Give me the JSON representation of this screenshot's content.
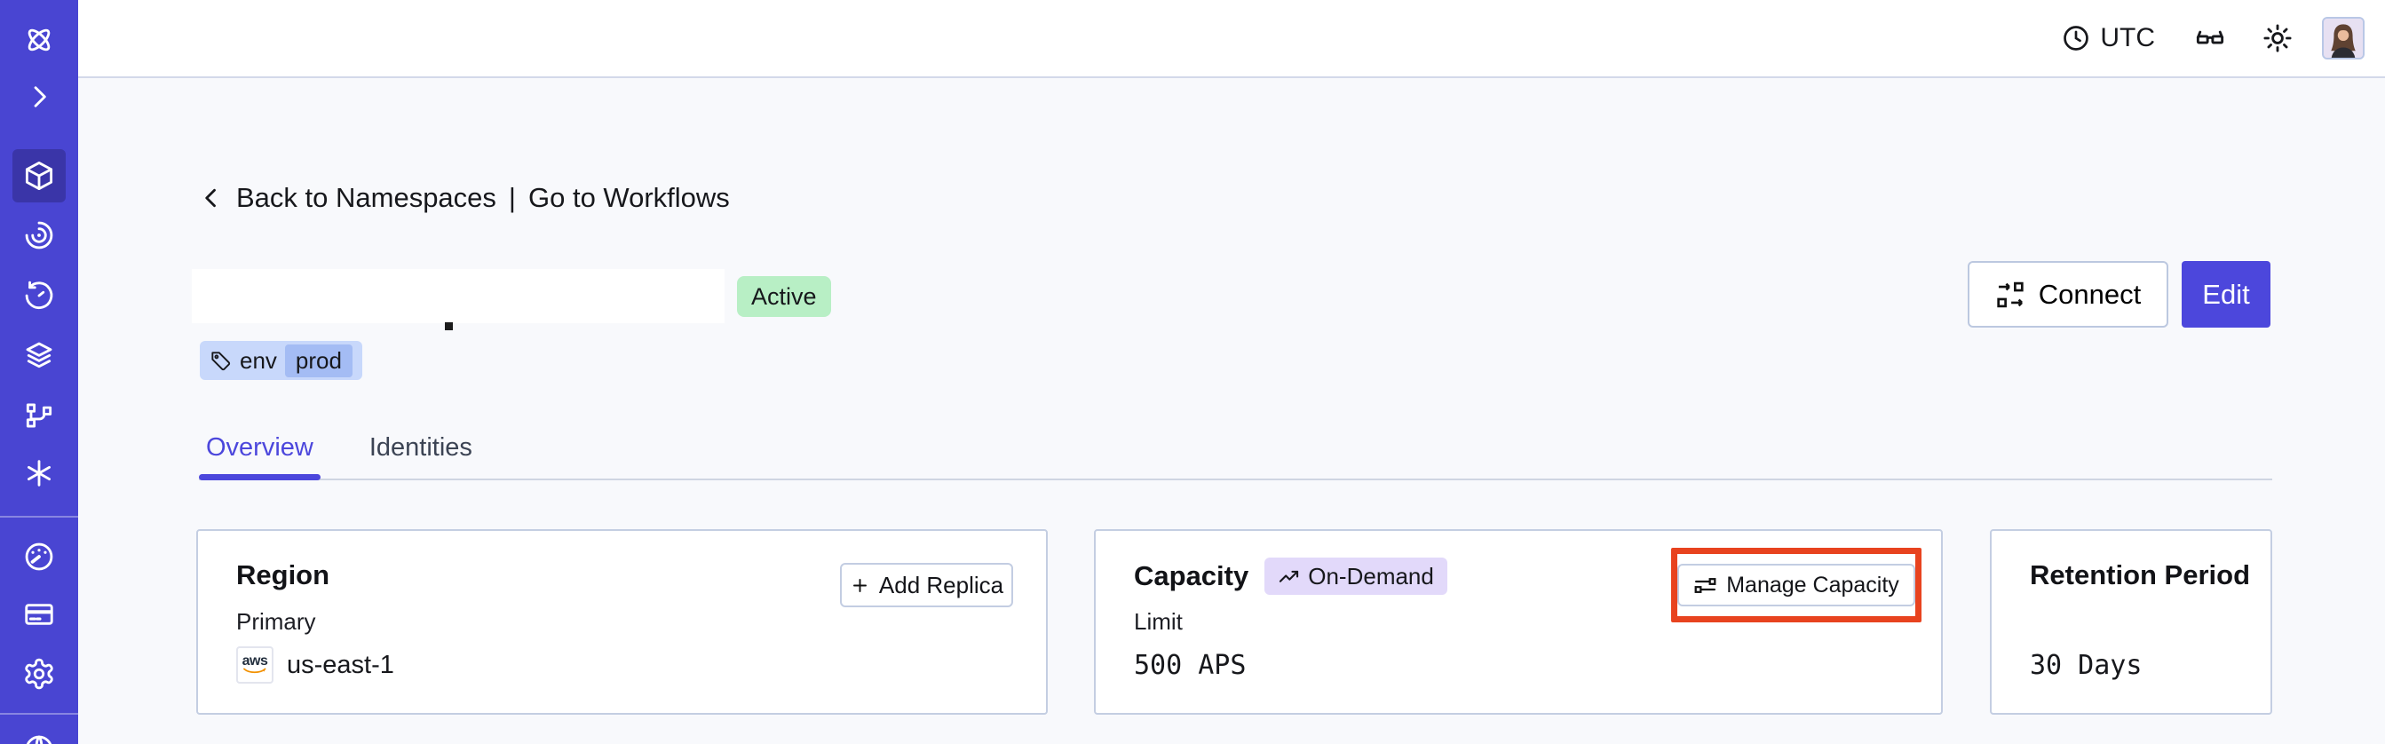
{
  "colors": {
    "sidebar_bg": "#4945d2",
    "sidebar_active_bg": "#3a35a8",
    "accent_indigo": "#4c47dc",
    "content_bg": "#f8f9fc",
    "card_border": "#c4cee2",
    "active_badge_bg": "#b8efc5",
    "tag_bg": "#c8d8fb",
    "tag_inner_bg": "#a4bcf4",
    "ondemand_badge_bg": "#e2d9fa",
    "highlight_red": "#e8431f",
    "aws_orange": "#f29100",
    "text": "#17181c"
  },
  "topbar": {
    "timezone_label": "UTC"
  },
  "sidebar": {
    "active_item": "namespaces",
    "icons": [
      "temporal-logo",
      "expand-chevron",
      "namespaces-cube",
      "workflows-spiral",
      "schedules-clock",
      "deployments-layers",
      "nexus-branch",
      "batch-asterisk",
      "usage-gauge",
      "billing-card",
      "settings-gear",
      "support-globe"
    ]
  },
  "breadcrumb": {
    "back_label": "Back to Namespaces",
    "separator": "|",
    "forward_label": "Go to Workflows"
  },
  "namespace": {
    "status_badge": "Active",
    "tag": {
      "key": "env",
      "value": "prod"
    },
    "actions": {
      "connect_label": "Connect",
      "edit_label": "Edit"
    }
  },
  "tabs": [
    {
      "label": "Overview",
      "active": true
    },
    {
      "label": "Identities",
      "active": false
    }
  ],
  "cards": {
    "region": {
      "title": "Region",
      "add_replica_label": "Add Replica",
      "primary_label": "Primary",
      "primary_value": "us-east-1",
      "provider_logo": "aws"
    },
    "capacity": {
      "title": "Capacity",
      "badge": "On-Demand",
      "manage_label": "Manage Capacity",
      "limit_label": "Limit",
      "limit_value": "500 APS"
    },
    "retention": {
      "title": "Retention Period",
      "value": "30 Days"
    }
  }
}
